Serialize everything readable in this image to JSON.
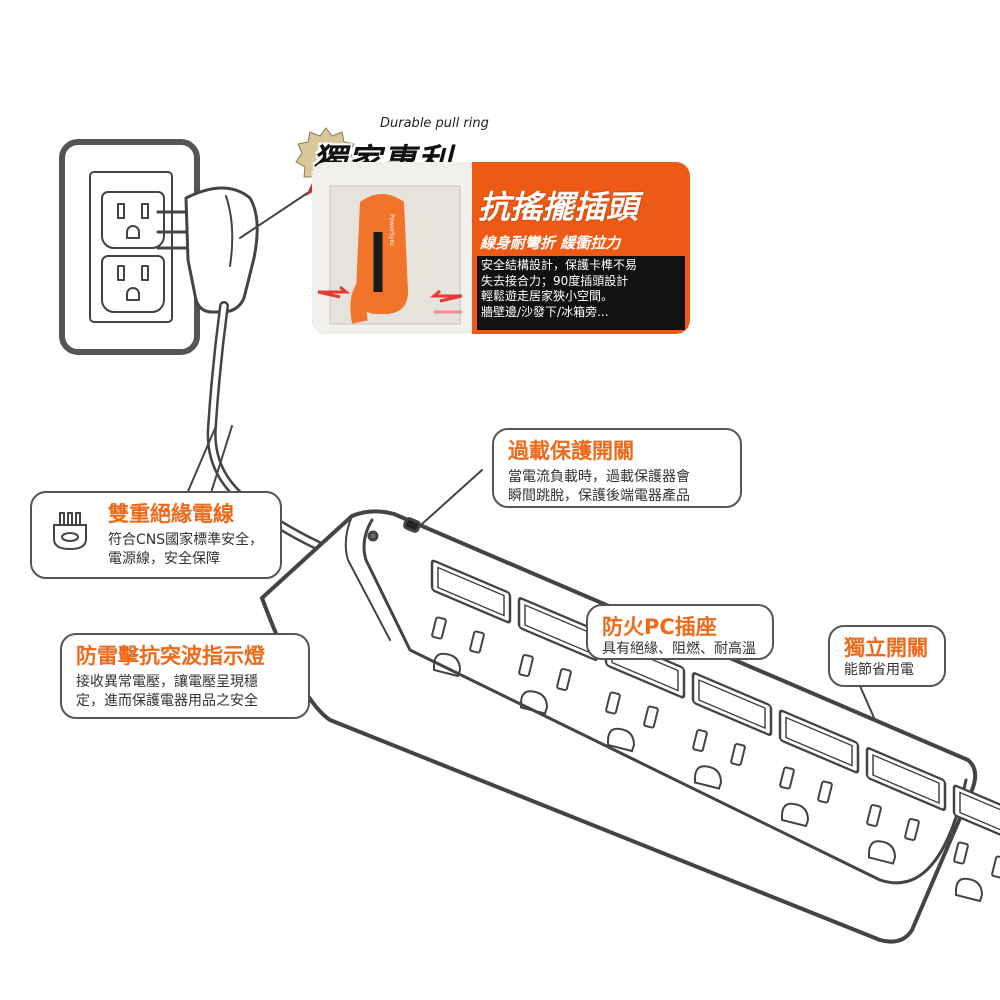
{
  "colors": {
    "accent": "#ee6a1a",
    "feature_bg": "#ee5a15",
    "outline": "#555555",
    "text": "#333333"
  },
  "badge": {
    "caption": "Durable pull ring",
    "title": "獨家專利"
  },
  "feature": {
    "title": "抗搖擺插頭",
    "subtitle": "線身耐彎折 緩衝拉力",
    "description": "安全結構設計，保護卡榫不易\n失去接合力；90度插頭設計\n輕鬆遊走居家狹小空間。\n牆壁邊/沙發下/冰箱旁...",
    "plug_logo": "PowerSync"
  },
  "callouts": {
    "overload": {
      "title": "過載保護開關",
      "desc": "當電流負載時，過載保護器會\n瞬間跳脫，保護後端電器產品"
    },
    "double_insulation": {
      "title": "雙重絕緣電線",
      "desc": "符合CNS國家標準安全，\n電源線，安全保障",
      "icon": "cable-plug-icon"
    },
    "surge_indicator": {
      "title": "防雷擊抗突波指示燈",
      "desc": "接收異常電壓，讓電壓呈現穩\n定，進而保護電器用品之安全"
    },
    "fire_proof": {
      "title": "防火PC插座",
      "desc": "具有絕緣、阻燃、耐高溫"
    },
    "independent_switch": {
      "title": "獨立開關",
      "desc": "能節省用電"
    }
  },
  "strip": {
    "outlet_count": 7,
    "switch_count": 7
  }
}
